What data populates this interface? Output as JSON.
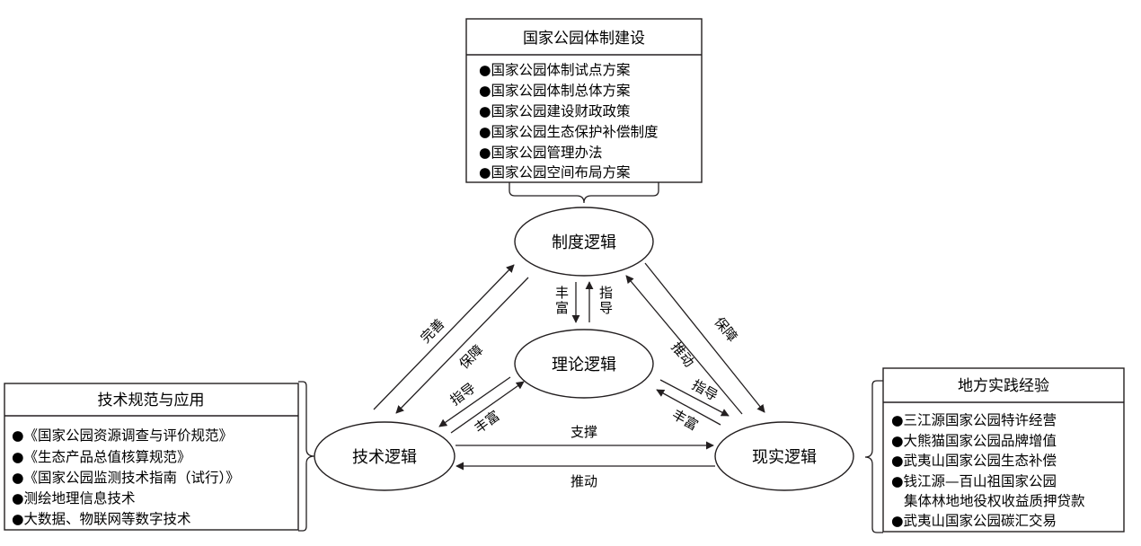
{
  "boxes": {
    "institution": {
      "title": "国家公园体制建设",
      "items": [
        "●国家公园体制试点方案",
        "●国家公园体制总体方案",
        "●国家公园建设财政政策",
        "●国家公园生态保护补偿制度",
        "●国家公园管理办法",
        "●国家公园空间布局方案"
      ]
    },
    "technical": {
      "title": "技术规范与应用",
      "items": [
        "●《国家公园资源调查与评价规范》",
        "●《生态产品总值核算规范》",
        "●《国家公园监测技术指南（试行）》",
        "●测绘地理信息技术",
        "●大数据、物联网等数字技术"
      ]
    },
    "local": {
      "title": "地方实践经验",
      "items": [
        "●三江源国家公园特许经营",
        "●大熊猫国家公园品牌增值",
        "●武夷山国家公园生态补偿",
        "●钱江源—百山祖国家公园",
        "集体林地地役权收益质押贷款",
        "●武夷山国家公园碳汇交易"
      ]
    }
  },
  "nodes": {
    "institution": "制度逻辑",
    "theory": "理论逻辑",
    "technical": "技术逻辑",
    "practice": "现实逻辑"
  },
  "labels": {
    "enrich": "丰富",
    "guide": "指导",
    "improve": "完善",
    "guarantee": "保障",
    "promote": "推动",
    "support": "支撑"
  }
}
